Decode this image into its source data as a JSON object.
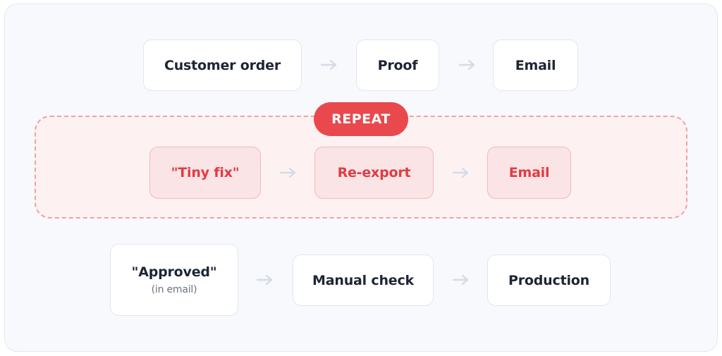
{
  "diagram": {
    "row1": {
      "node1": "Customer order",
      "node2": "Proof",
      "node3": "Email"
    },
    "repeat": {
      "badge": "REPEAT",
      "node1": "\"Tiny fix\"",
      "node2": "Re-export",
      "node3": "Email"
    },
    "row3": {
      "node1": "\"Approved\"",
      "node1_sub": "(in email)",
      "node2": "Manual check",
      "node3": "Production"
    }
  },
  "colors": {
    "accent": "#e9484d",
    "repeat_text": "#e23b43",
    "repeat_fill": "#fbe4e5",
    "node_text": "#1e2533",
    "arrow": "#d5dbe4"
  }
}
